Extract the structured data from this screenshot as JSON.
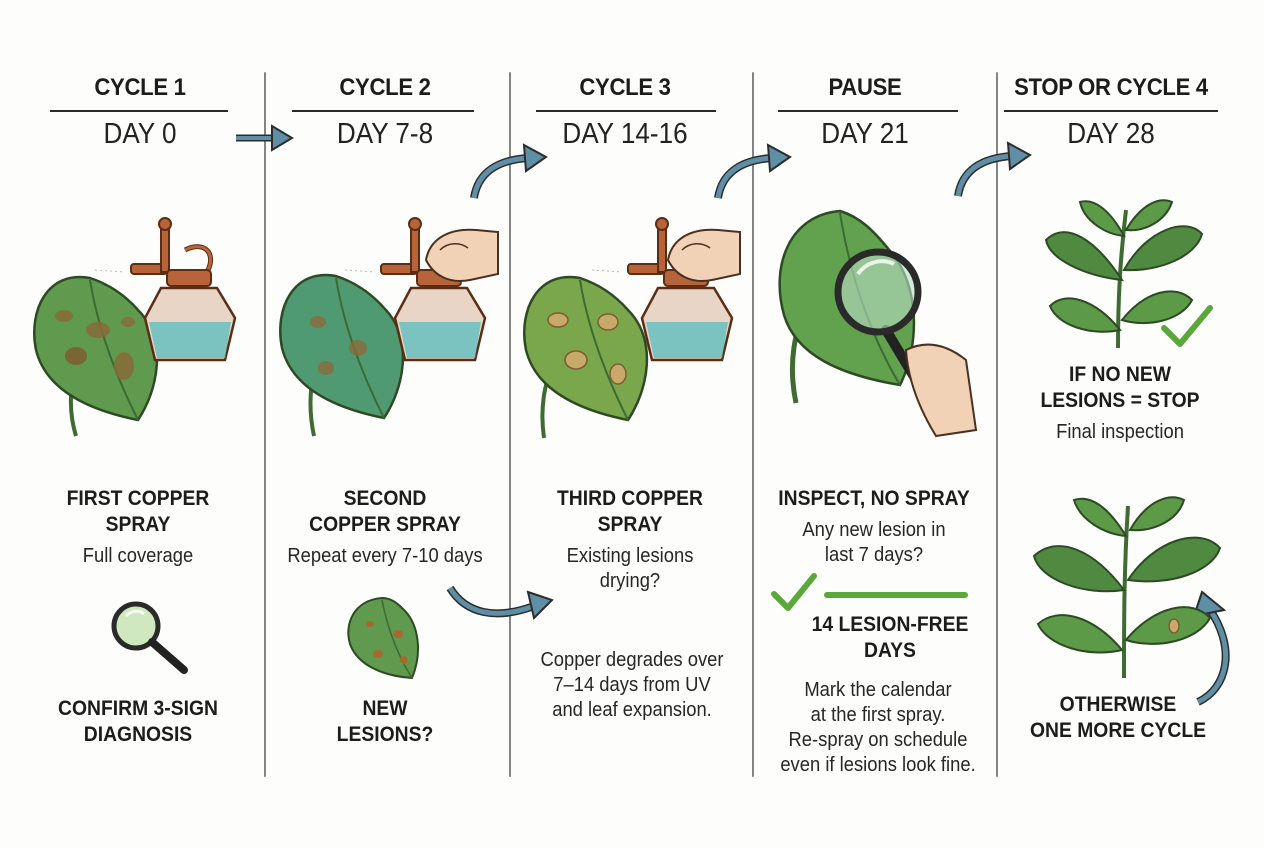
{
  "columns": [
    {
      "cycle": "CYCLE 1",
      "day": "DAY 0",
      "action_title": "FIRST COPPER\nSPRAY",
      "action_note": "Full coverage",
      "footer_title": "CONFIRM 3-SIGN\nDIAGNOSIS"
    },
    {
      "cycle": "CYCLE 2",
      "day": "DAY 7-8",
      "action_title": "SECOND\nCOPPER SPRAY",
      "action_note": "Repeat every 7-10 days",
      "footer_title": "NEW\nLESIONS?"
    },
    {
      "cycle": "CYCLE 3",
      "day": "DAY 14-16",
      "action_title": "THIRD COPPER\nSPRAY",
      "action_note": "Existing lesions\ndrying?",
      "footer_note": "Copper degrades over\n7–14 days from UV\nand leaf expansion."
    },
    {
      "cycle": "PAUSE",
      "day": "DAY 21",
      "action_title": "INSPECT, NO SPRAY",
      "action_note": "Any new lesion in\nlast 7 days?",
      "milestone": "14 LESION-FREE\nDAYS",
      "footer_note": "Mark the calendar\nat the first spray.\nRe-spray on schedule\neven if lesions look fine."
    },
    {
      "cycle": "STOP OR CYCLE 4",
      "day": "DAY 28",
      "stop_title": "IF NO NEW\nLESIONS = STOP",
      "stop_note": "Final inspection",
      "footer_title": "OTHERWISE\nONE MORE CYCLE"
    }
  ],
  "colors": {
    "arrow": "#5f8fa6",
    "check": "#5aa83a",
    "leaf": "#5f9a4e",
    "lesion": "#8a6a3a",
    "liquid": "#6fc1c0",
    "copper": "#b8643a"
  },
  "icons": [
    "spray-bottle-icon",
    "magnifier-icon",
    "leaf-icon",
    "plant-icon",
    "check-icon",
    "arrow-icon",
    "hand-icon"
  ]
}
